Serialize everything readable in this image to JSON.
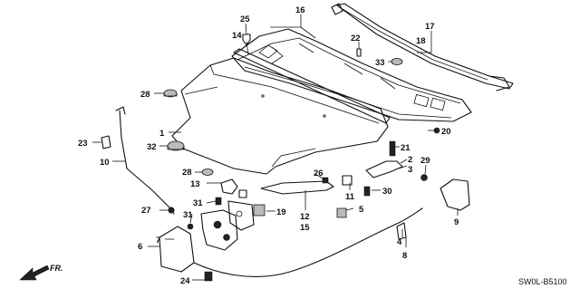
{
  "diagram": {
    "callouts": [
      {
        "id": "c1",
        "label": "1"
      },
      {
        "id": "c2",
        "label": "2"
      },
      {
        "id": "c3",
        "label": "3"
      },
      {
        "id": "c4",
        "label": "4"
      },
      {
        "id": "c5",
        "label": "5"
      },
      {
        "id": "c6",
        "label": "6"
      },
      {
        "id": "c7",
        "label": "7"
      },
      {
        "id": "c8",
        "label": "8"
      },
      {
        "id": "c9",
        "label": "9"
      },
      {
        "id": "c10",
        "label": "10"
      },
      {
        "id": "c11",
        "label": "11"
      },
      {
        "id": "c12",
        "label": "12"
      },
      {
        "id": "c13",
        "label": "13"
      },
      {
        "id": "c14",
        "label": "14"
      },
      {
        "id": "c15",
        "label": "15"
      },
      {
        "id": "c16",
        "label": "16"
      },
      {
        "id": "c17",
        "label": "17"
      },
      {
        "id": "c18",
        "label": "18"
      },
      {
        "id": "c19",
        "label": "19"
      },
      {
        "id": "c20",
        "label": "20"
      },
      {
        "id": "c21",
        "label": "21"
      },
      {
        "id": "c22",
        "label": "22"
      },
      {
        "id": "c23",
        "label": "23"
      },
      {
        "id": "c24",
        "label": "24"
      },
      {
        "id": "c25",
        "label": "25"
      },
      {
        "id": "c26",
        "label": "26"
      },
      {
        "id": "c27",
        "label": "27"
      },
      {
        "id": "c28a",
        "label": "28"
      },
      {
        "id": "c28b",
        "label": "28"
      },
      {
        "id": "c29",
        "label": "29"
      },
      {
        "id": "c30",
        "label": "30"
      },
      {
        "id": "c31a",
        "label": "31"
      },
      {
        "id": "c31b",
        "label": "31"
      },
      {
        "id": "c32",
        "label": "32"
      },
      {
        "id": "c33",
        "label": "33"
      }
    ],
    "front_indicator": "FR.",
    "diagram_code": "SW0L-B5100",
    "colors": {
      "line": "#111111",
      "background": "#ffffff"
    }
  }
}
